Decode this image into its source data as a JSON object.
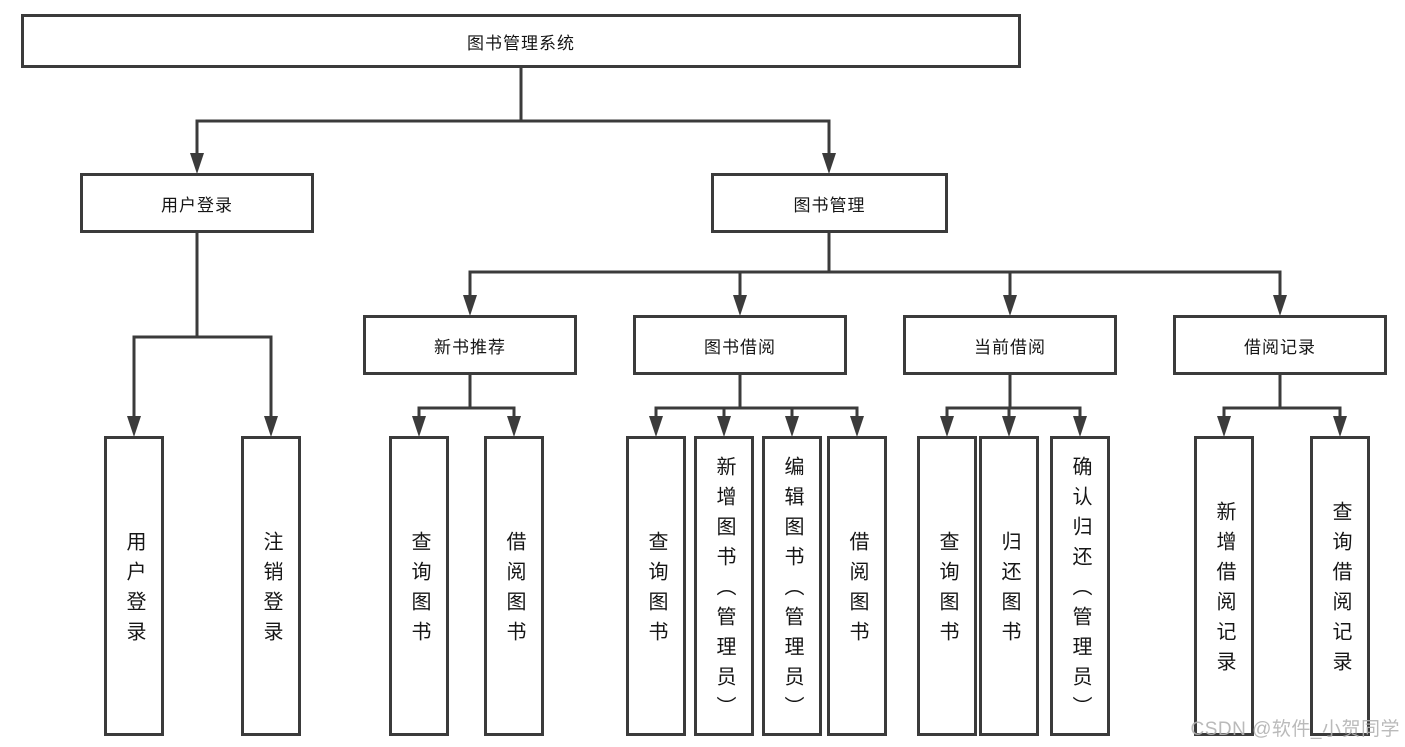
{
  "tree": {
    "label": "图书管理系统",
    "children": [
      {
        "label": "用户登录",
        "children": [
          {
            "label": "用户登录"
          },
          {
            "label": "注销登录"
          }
        ]
      },
      {
        "label": "图书管理",
        "children": [
          {
            "label": "新书推荐",
            "children": [
              {
                "label": "查询图书"
              },
              {
                "label": "借阅图书"
              }
            ]
          },
          {
            "label": "图书借阅",
            "children": [
              {
                "label": "查询图书"
              },
              {
                "label": "新增图书（管理员）"
              },
              {
                "label": "编辑图书（管理员）"
              },
              {
                "label": "借阅图书"
              }
            ]
          },
          {
            "label": "当前借阅",
            "children": [
              {
                "label": "查询图书"
              },
              {
                "label": "归还图书"
              },
              {
                "label": "确认归还（管理员）"
              }
            ]
          },
          {
            "label": "借阅记录",
            "children": [
              {
                "label": "新增借阅记录"
              },
              {
                "label": "查询借阅记录"
              }
            ]
          }
        ]
      }
    ]
  },
  "watermark": {
    "text": "CSDN @软件_小贺同学"
  },
  "colors": {
    "line": "#3b3b3b",
    "box_border": "#3b3b3b",
    "text": "#161616",
    "background": "#ffffff",
    "watermark": "#b3b3b3"
  }
}
